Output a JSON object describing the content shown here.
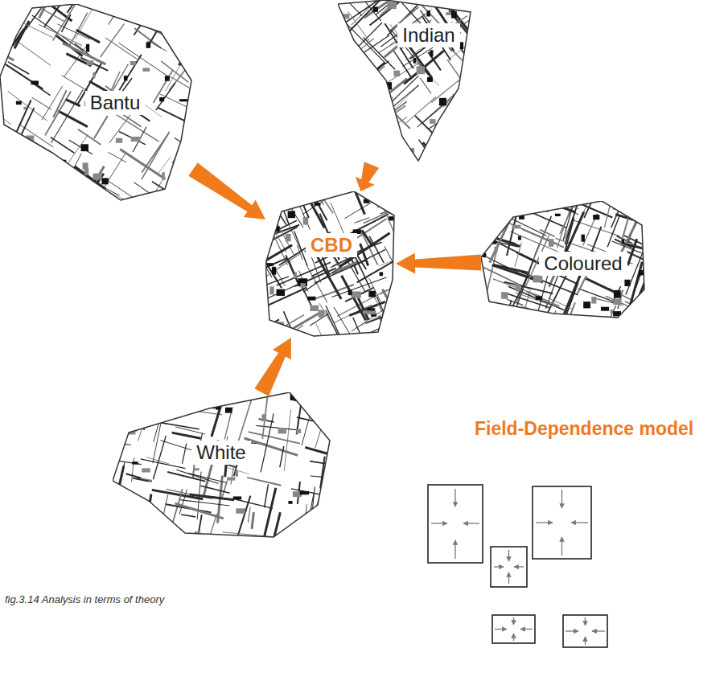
{
  "diagram": {
    "caption": "fig.3.14 Analysis in terms of theory",
    "nodes": [
      {
        "text": [
          "Bantu"
        ]
      },
      {
        "text": [
          "Indian"
        ]
      },
      {
        "text": [
          "CBD"
        ]
      },
      {
        "text": [
          "Coloured"
        ]
      },
      {
        "text": [
          "White"
        ]
      }
    ],
    "edges": [
      {
        "from": 0,
        "to": 2,
        "arrow": "to"
      },
      {
        "from": 1,
        "to": 2,
        "arrow": "to"
      },
      {
        "from": 3,
        "to": 2,
        "arrow": "to"
      },
      {
        "from": 4,
        "to": 2,
        "arrow": "to"
      }
    ],
    "labels": [
      "Field-Dependence model"
    ]
  }
}
